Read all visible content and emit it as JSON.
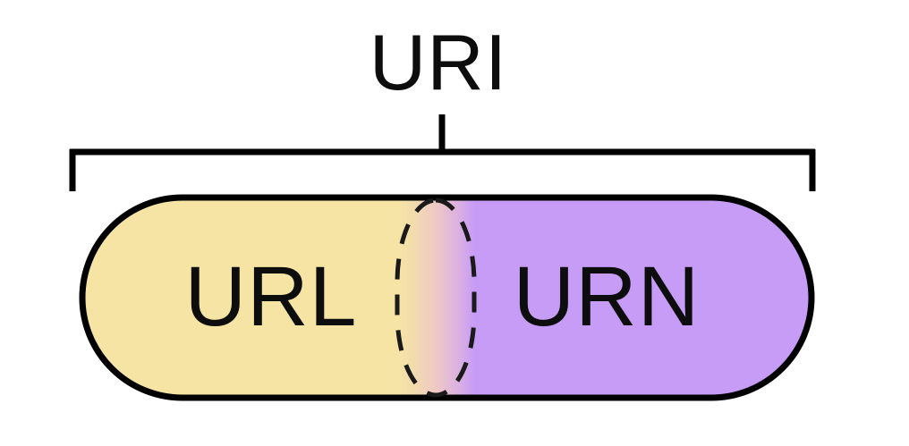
{
  "diagram": {
    "title": "URI",
    "type": "venn-containment-bar",
    "description": "A rounded bar split into a URL region and a URN region with an overlapping gradient zone in the middle, all spanned by a bracket labelled URI.",
    "bracket": {
      "label": "URI",
      "tick_label": "",
      "spans": [
        "URL",
        "overlap",
        "URN"
      ]
    },
    "segments": [
      {
        "id": "url",
        "label": "URL",
        "fill": "#F6E4A4",
        "outline": "#000000",
        "position": "left"
      },
      {
        "id": "overlap",
        "label": "",
        "fill": "gradient(#F6E4A4 -> #C79CF6)",
        "outline": "#1a1a1a",
        "outline_style": "dashed",
        "position": "center"
      },
      {
        "id": "urn",
        "label": "URN",
        "fill": "#C79CF6",
        "outline": "#000000",
        "position": "right"
      }
    ],
    "colors": {
      "background": "#FFFFFF",
      "stroke": "#000000",
      "text": "#0D0D0D",
      "url_fill": "#F6E4A4",
      "urn_fill": "#C79CF6",
      "overlap_dash": "#1A1A1A"
    }
  }
}
